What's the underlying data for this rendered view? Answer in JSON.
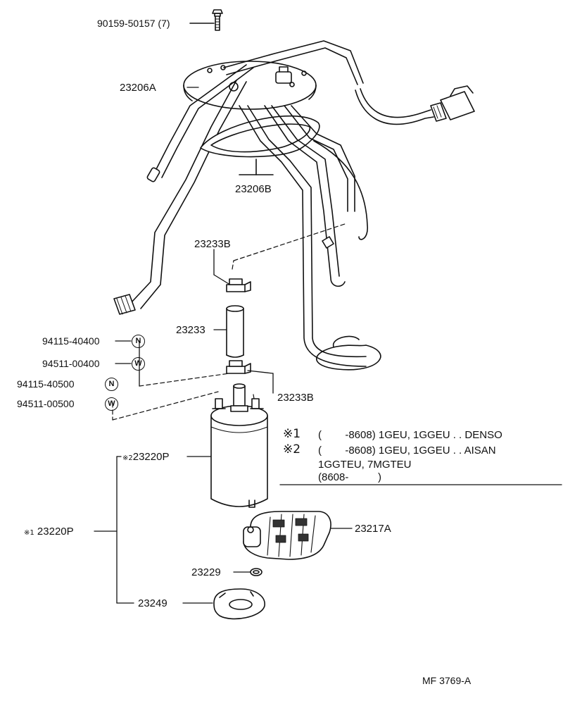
{
  "labels": {
    "bolt": "90159-50157 (7)",
    "bracket": "23206A",
    "gasket": "23206B",
    "clamp_upper": "23233B",
    "hose": "23233",
    "clamp_lower": "23233B",
    "nut_n4": "94115-40400",
    "washer_w4": "94511-00400",
    "nut_n5": "94115-40500",
    "washer_w5": "94511-00500",
    "pump_2": "23220P",
    "pump_1": "23220P",
    "filter": "23217A",
    "ring": "23229",
    "cushion": "23249",
    "figure_code": "MF 3769-A"
  },
  "marks": {
    "n": "N",
    "w": "W",
    "ref": "※",
    "ref1": "※1",
    "ref2": "※2"
  },
  "notes": {
    "note1_mark": "※1",
    "note1_text": "(        -8608) 1GEU, 1GGEU . . DENSO",
    "note2_mark": "※2",
    "note2_text": "(        -8608) 1GEU, 1GGEU . . AISAN",
    "note2_line2": "1GGTEU, 7MGTEU",
    "note2_line3": "(8608-          )"
  },
  "icons": [
    "bolt-icon",
    "fuel-tank-bracket",
    "gasket-ring",
    "hose-clamp",
    "fuel-hose",
    "fuel-pump",
    "pump-filter",
    "o-ring",
    "pump-cushion"
  ]
}
